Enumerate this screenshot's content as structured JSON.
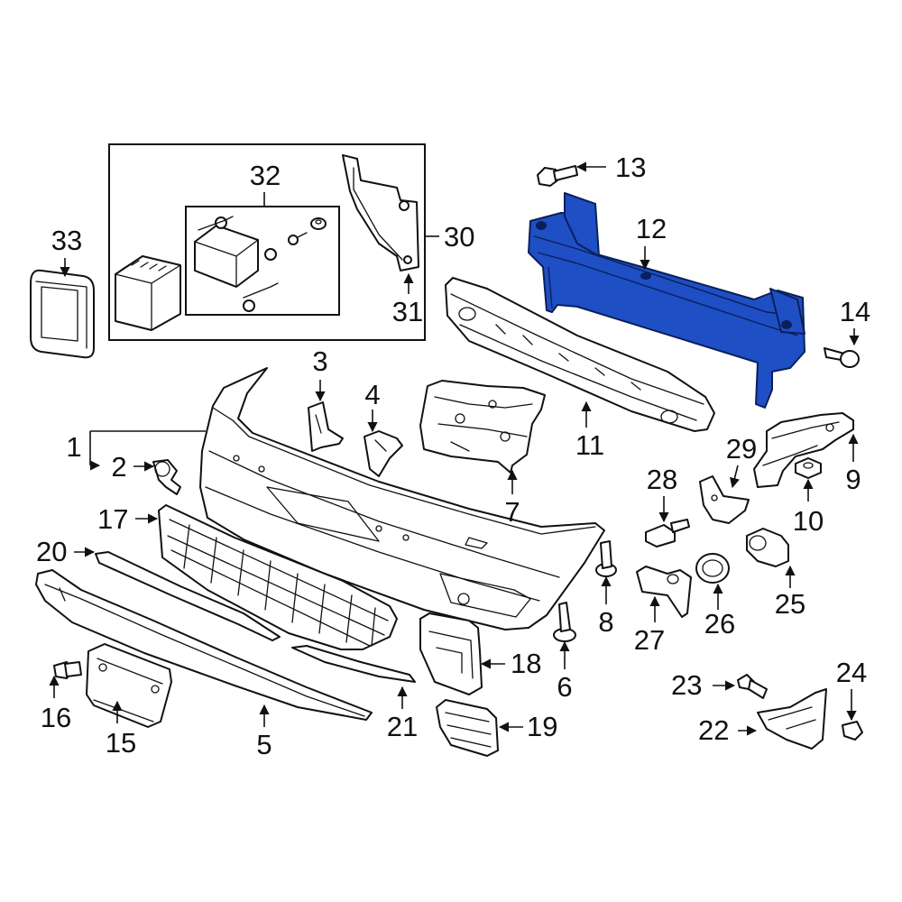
{
  "diagram": {
    "highlight_color": "#1f4fc4",
    "line_color": "#111111",
    "callouts": {
      "c1": "1",
      "c2": "2",
      "c3": "3",
      "c4": "4",
      "c5": "5",
      "c6": "6",
      "c7": "7",
      "c8": "8",
      "c9": "9",
      "c10": "10",
      "c11": "11",
      "c12": "12",
      "c13": "13",
      "c14": "14",
      "c15": "15",
      "c16": "16",
      "c17": "17",
      "c18": "18",
      "c19": "19",
      "c20": "20",
      "c21": "21",
      "c22": "22",
      "c23": "23",
      "c24": "24",
      "c25": "25",
      "c26": "26",
      "c27": "27",
      "c28": "28",
      "c29": "29",
      "c30": "30",
      "c31": "31",
      "c32": "32",
      "c33": "33"
    }
  }
}
